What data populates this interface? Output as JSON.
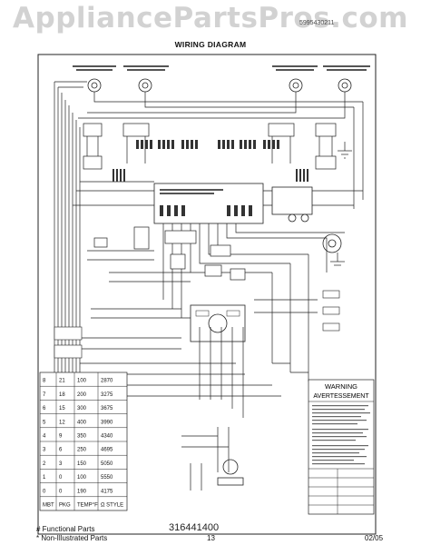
{
  "watermark": "AppliancePartsPros.com",
  "header": {
    "model_fragment": "5995430211",
    "title": "WIRING DIAGRAM"
  },
  "diagram": {
    "part_number": "316441400",
    "warning": {
      "line1": "WARNING",
      "line2": "AVERTESSEMENT"
    },
    "table": {
      "rows": [
        [
          "8",
          "21",
          "100",
          "2870"
        ],
        [
          "7",
          "18",
          "200",
          "3275"
        ],
        [
          "6",
          "15",
          "300",
          "3675"
        ],
        [
          "5",
          "12",
          "400",
          "3990"
        ],
        [
          "4",
          "9",
          "350",
          "4340"
        ],
        [
          "3",
          "6",
          "250",
          "4695"
        ],
        [
          "2",
          "3",
          "150",
          "5050"
        ],
        [
          "1",
          "0",
          "100",
          "5550"
        ],
        [
          "0",
          "0",
          "190",
          "4175"
        ],
        [
          "MBT",
          "PKG",
          "TEMP°F",
          "Ω  STYLE"
        ]
      ]
    }
  },
  "footer": {
    "functional": "# Functional Parts",
    "non_illustrated": "* Non-Illustrated Parts",
    "page": "13",
    "date": "02/05"
  }
}
